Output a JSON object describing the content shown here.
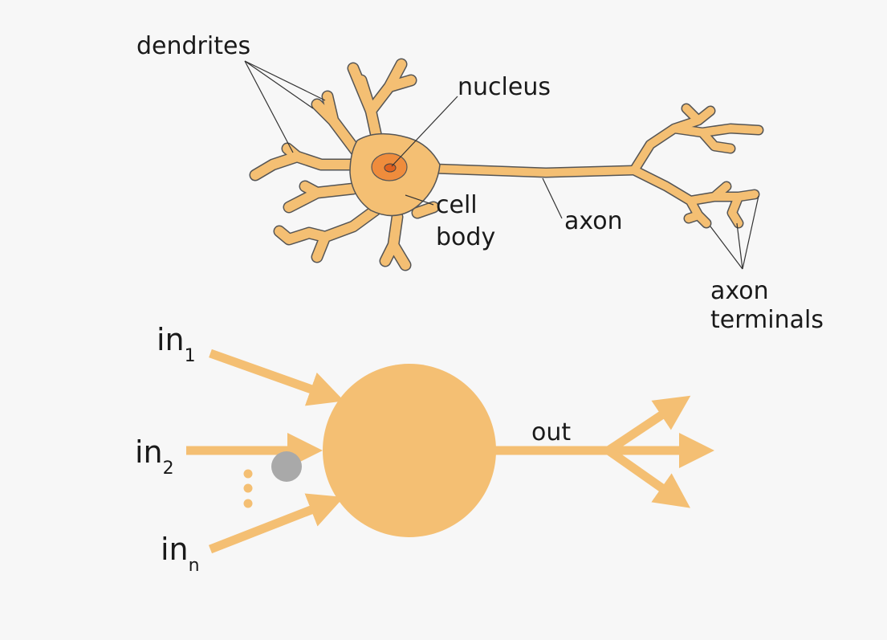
{
  "colors": {
    "background": "#f7f7f7",
    "neuron_fill": "#f4bf73",
    "neuron_outline": "#555555",
    "nucleus_outer": "#ef8c3c",
    "nucleus_inner": "#e0601e",
    "model_fill": "#f4bf73",
    "cursor": "#a9a9a9",
    "text": "#1a1a1a"
  },
  "neuron": {
    "labels": {
      "dendrites": "dendrites",
      "nucleus": "nucleus",
      "cell_line1": "cell",
      "cell_line2": "body",
      "axon": "axon",
      "terminals_line1": "axon",
      "terminals_line2": "terminals"
    }
  },
  "model": {
    "inputs": [
      {
        "base": "in",
        "sub": "1"
      },
      {
        "base": "in",
        "sub": "2"
      },
      {
        "base": "in",
        "sub": "n"
      }
    ],
    "output_label": "out",
    "ellipsis_dots": 3
  },
  "icons": [
    "cursor-dot-icon"
  ]
}
